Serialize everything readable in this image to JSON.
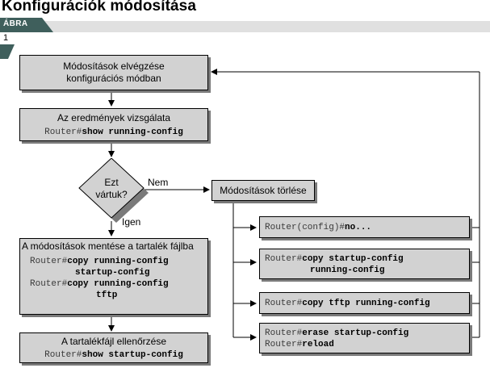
{
  "page": {
    "title": "Konfigurációk módosítása",
    "tab_label": "ÁBRA",
    "page_number": "1"
  },
  "flow": {
    "box1": {
      "line1": "Módosítások elvégzése",
      "line2": "konfigurációs módban"
    },
    "box2": {
      "heading": "Az eredmények vizsgálata",
      "prompt": "Router#",
      "cmd": "show running-config"
    },
    "decision": {
      "line1": "Ezt",
      "line2": "vártuk?"
    },
    "no_label": "Nem",
    "yes_label": "Igen",
    "box3": {
      "heading": "A módosítások mentése a tartalék fájlba",
      "prompt1": "Router#",
      "cmd1a": "copy running-config",
      "cmd1b": "startup-config",
      "prompt2": "Router#",
      "cmd2a": "copy running-config",
      "cmd2b": "tftp"
    },
    "box4": {
      "heading": "A tartalékfájl ellenőrzése",
      "prompt": "Router#",
      "cmd": "show startup-config"
    },
    "remove": {
      "label": "Módosítások törlése"
    },
    "opt1": {
      "prompt": "Router(config)#",
      "cmd": "no..."
    },
    "opt2": {
      "prompt": "Router#",
      "cmd_a": "copy startup-config",
      "cmd_b": "running-config"
    },
    "opt3": {
      "prompt": "Router#",
      "cmd": "copy tftp running-config"
    },
    "opt4": {
      "prompt1": "Router#",
      "cmd1": "erase startup-config",
      "prompt2": "Router#",
      "cmd2": "reload"
    }
  },
  "colors": {
    "box_fill": "#d2d2d2",
    "tab_dark": "#3f5f5c",
    "tab_light": "#e0e0e0"
  }
}
